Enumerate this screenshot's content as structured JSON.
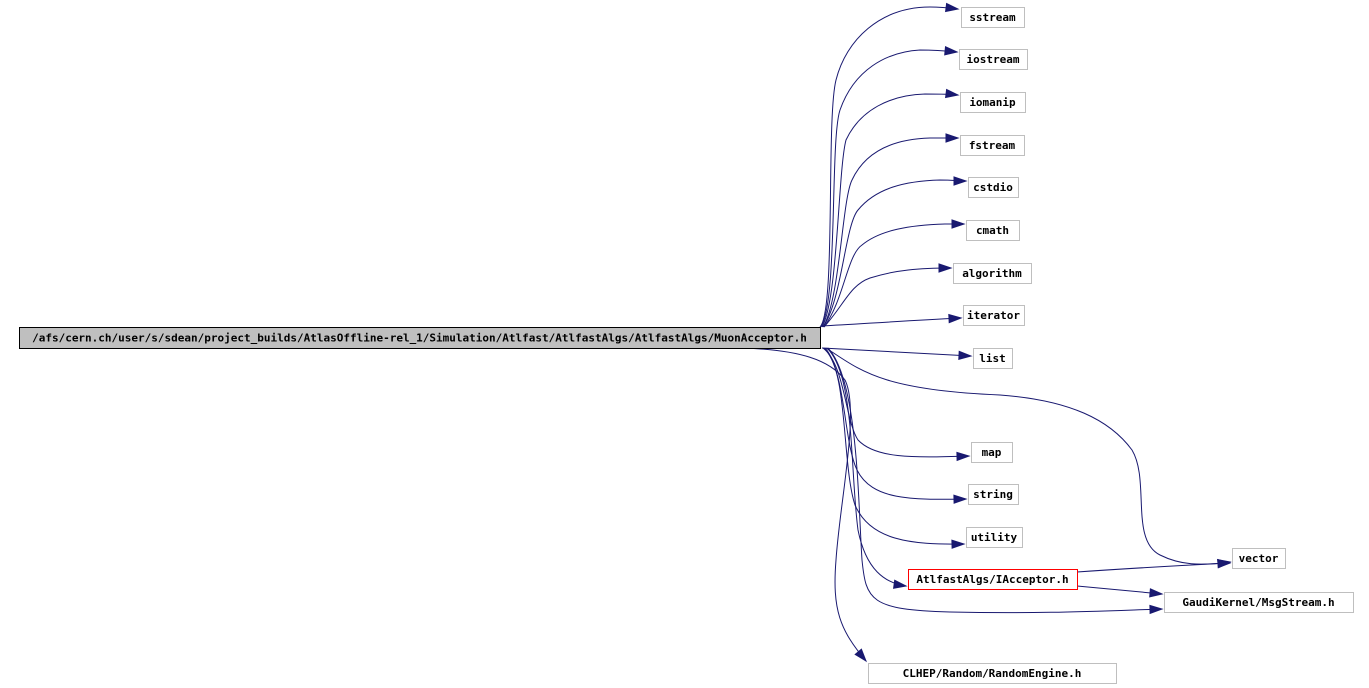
{
  "diagram": {
    "type": "include-dependency-graph",
    "colors": {
      "edge": "#191970",
      "root_fill": "#bfbfbf",
      "node_border": "#bfbfbf",
      "highlight_border": "#ff0000",
      "root_border": "#000000"
    },
    "root": {
      "id": "root",
      "label": "/afs/cern.ch/user/s/sdean/project_builds/AtlasOffline-rel_1/Simulation/Atlfast/AtlfastAlgs/AtlfastAlgs/MuonAcceptor.h"
    },
    "nodes": [
      {
        "id": "sstream",
        "label": "sstream"
      },
      {
        "id": "iostream",
        "label": "iostream"
      },
      {
        "id": "iomanip",
        "label": "iomanip"
      },
      {
        "id": "fstream",
        "label": "fstream"
      },
      {
        "id": "cstdio",
        "label": "cstdio"
      },
      {
        "id": "cmath",
        "label": "cmath"
      },
      {
        "id": "algorithm",
        "label": "algorithm"
      },
      {
        "id": "iterator",
        "label": "iterator"
      },
      {
        "id": "list",
        "label": "list"
      },
      {
        "id": "map",
        "label": "map"
      },
      {
        "id": "string",
        "label": "string"
      },
      {
        "id": "utility",
        "label": "utility"
      },
      {
        "id": "vector",
        "label": "vector"
      },
      {
        "id": "iacceptor",
        "label": "AtlfastAlgs/IAcceptor.h",
        "highlight": true
      },
      {
        "id": "msgstream",
        "label": "GaudiKernel/MsgStream.h"
      },
      {
        "id": "randomengine",
        "label": "CLHEP/Random/RandomEngine.h"
      }
    ],
    "edges": [
      {
        "from": "root",
        "to": "sstream"
      },
      {
        "from": "root",
        "to": "iostream"
      },
      {
        "from": "root",
        "to": "iomanip"
      },
      {
        "from": "root",
        "to": "fstream"
      },
      {
        "from": "root",
        "to": "cstdio"
      },
      {
        "from": "root",
        "to": "cmath"
      },
      {
        "from": "root",
        "to": "algorithm"
      },
      {
        "from": "root",
        "to": "iterator"
      },
      {
        "from": "root",
        "to": "list"
      },
      {
        "from": "root",
        "to": "map"
      },
      {
        "from": "root",
        "to": "string"
      },
      {
        "from": "root",
        "to": "utility"
      },
      {
        "from": "root",
        "to": "vector"
      },
      {
        "from": "root",
        "to": "iacceptor"
      },
      {
        "from": "root",
        "to": "msgstream"
      },
      {
        "from": "root",
        "to": "randomengine"
      },
      {
        "from": "iacceptor",
        "to": "vector"
      },
      {
        "from": "iacceptor",
        "to": "msgstream"
      }
    ]
  }
}
